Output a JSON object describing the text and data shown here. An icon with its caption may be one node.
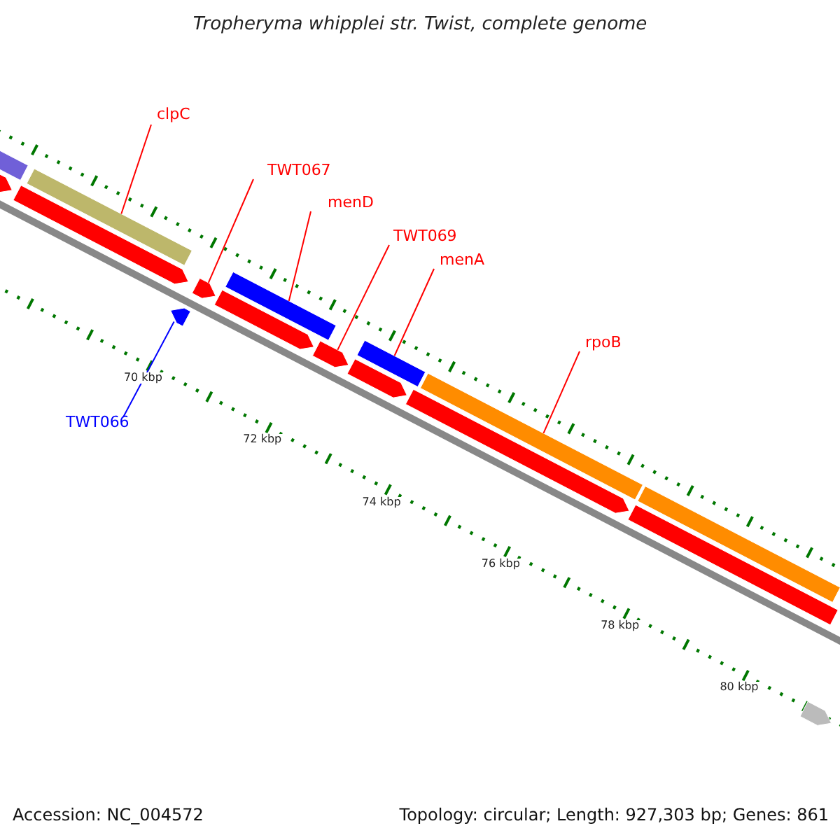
{
  "diagram": {
    "title": "Tropheryma whipplei str. Twist, complete genome",
    "nodes": [
      {
        "text": [
          "clpC"
        ]
      },
      {
        "text": [
          "TWT067"
        ]
      },
      {
        "text": [
          "menD"
        ]
      },
      {
        "text": [
          "TWT069"
        ]
      },
      {
        "text": [
          "menA"
        ]
      },
      {
        "text": [
          "rpoB"
        ]
      },
      {
        "text": [
          "TWT066"
        ]
      },
      {
        "text": [],
        "shape": "bar"
      },
      {
        "text": [],
        "shape": "arrow"
      },
      {
        "text": [],
        "shape": "arrow"
      },
      {
        "text": [],
        "shape": "bar"
      },
      {
        "text": [],
        "shape": "arrow"
      },
      {
        "text": [],
        "shape": "arrow"
      },
      {
        "text": [],
        "shape": "arrow"
      },
      {
        "text": [],
        "shape": "bar"
      },
      {
        "text": [],
        "shape": "arrow"
      },
      {
        "text": [],
        "shape": "arrow"
      },
      {
        "text": [],
        "shape": "bar"
      },
      {
        "text": [],
        "shape": "arrow"
      },
      {
        "text": [],
        "shape": "bar"
      },
      {
        "text": [],
        "shape": "bar"
      },
      {
        "text": [],
        "shape": "bar"
      },
      {
        "text": [],
        "shape": "arrow"
      }
    ],
    "edges": [
      {
        "from": 0,
        "to": 10,
        "arrow": "none"
      },
      {
        "from": 1,
        "to": 12,
        "arrow": "none"
      },
      {
        "from": 2,
        "to": 14,
        "arrow": "none"
      },
      {
        "from": 3,
        "to": 15,
        "arrow": "none"
      },
      {
        "from": 4,
        "to": 17,
        "arrow": "none"
      },
      {
        "from": 5,
        "to": 19,
        "arrow": "none"
      },
      {
        "from": 6,
        "to": 11,
        "arrow": "none",
        "color": "#0000ff"
      }
    ],
    "labels": [
      "70 kbp",
      "72 kbp",
      "74 kbp",
      "76 kbp",
      "78 kbp",
      "80 kbp",
      "Accession: NC_004572",
      "Topology: circular; Length: 927,303 bp; Genes: 861"
    ]
  }
}
